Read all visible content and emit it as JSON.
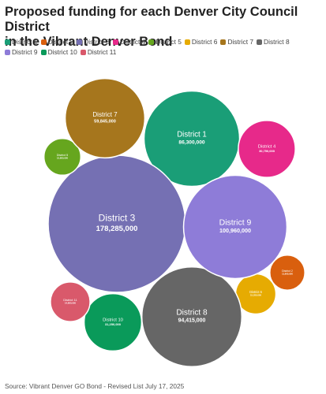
{
  "title": "Proposed funding for each Denver City Council District\nin the Vibrant Denver Bond",
  "source": "Source: Vibrant Denver GO Bond - Revised List July 17, 2025",
  "chart_data": {
    "type": "bubble",
    "title": "Proposed funding for each Denver City Council District\nin the Vibrant Denver Bond",
    "legend_position": "top",
    "series": [
      {
        "name": "District 1",
        "value": 86300000,
        "label": "86,300,000",
        "color": "#1a9e77"
      },
      {
        "name": "District 2",
        "value": 11600000,
        "label": "11,600,000",
        "color": "#d95f0e"
      },
      {
        "name": "District 3",
        "value": 178285000,
        "label": "178,285,000",
        "color": "#7570b3"
      },
      {
        "name": "District 4",
        "value": 30750000,
        "label": "30,750,000",
        "color": "#e7298a"
      },
      {
        "name": "District 5",
        "value": 12800000,
        "label": "12,800,000",
        "color": "#66a61e"
      },
      {
        "name": "District 6",
        "value": 15350000,
        "label": "15,350,000",
        "color": "#e6ab02"
      },
      {
        "name": "District 7",
        "value": 59845000,
        "label": "59,845,000",
        "color": "#a6761d"
      },
      {
        "name": "District 8",
        "value": 94415000,
        "label": "94,415,000",
        "color": "#666666"
      },
      {
        "name": "District 9",
        "value": 100960000,
        "label": "100,960,000",
        "color": "#8e7cd8"
      },
      {
        "name": "District 10",
        "value": 31250000,
        "label": "31,250,000",
        "color": "#0a9a5a"
      },
      {
        "name": "District 11",
        "value": 14800000,
        "label": "14,800,000",
        "color": "#d9596b"
      }
    ]
  }
}
